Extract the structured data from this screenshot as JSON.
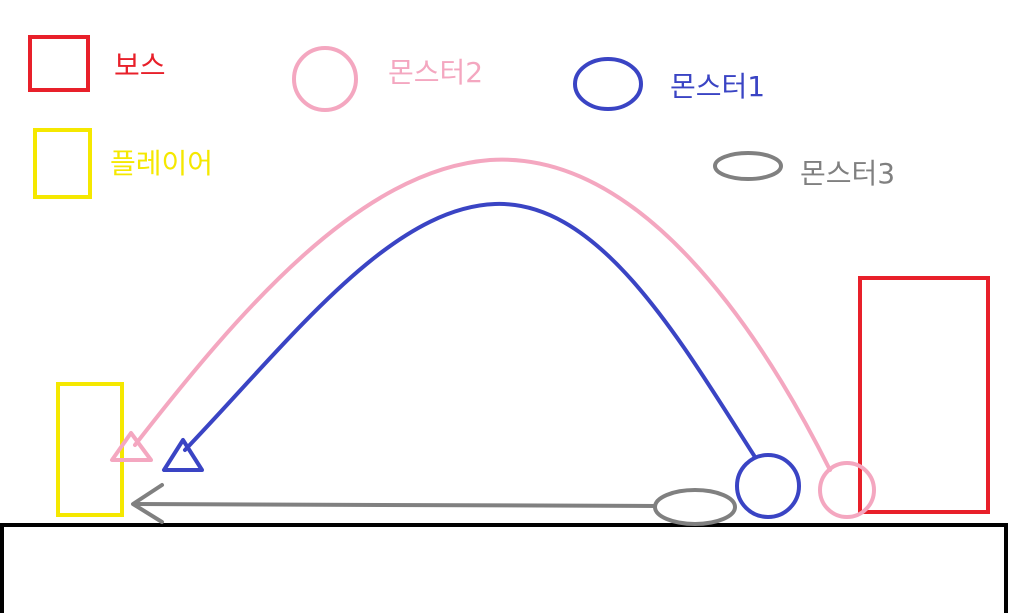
{
  "legend": {
    "boss": {
      "label": "보스",
      "color": "#e8202a"
    },
    "monster2": {
      "label": "몬스터2",
      "color": "#f4a7c0"
    },
    "monster1": {
      "label": "몬스터1",
      "color": "#3a44c4"
    },
    "player": {
      "label": "플레이어",
      "color": "#f5e800"
    },
    "monster3": {
      "label": "몬스터3",
      "color": "#808080"
    }
  },
  "colors": {
    "ground": "#000000",
    "background": "#ffffff"
  },
  "icons": {
    "boss_marker": "red-square-icon",
    "monster2_marker": "pink-circle-icon",
    "monster1_marker": "blue-circle-icon",
    "player_marker": "yellow-square-icon",
    "monster3_marker": "gray-ellipse-icon",
    "monster2_arrow": "pink-triangle-arrowhead-icon",
    "monster1_arrow": "blue-triangle-arrowhead-icon",
    "monster3_arrow": "gray-arrowhead-icon"
  }
}
